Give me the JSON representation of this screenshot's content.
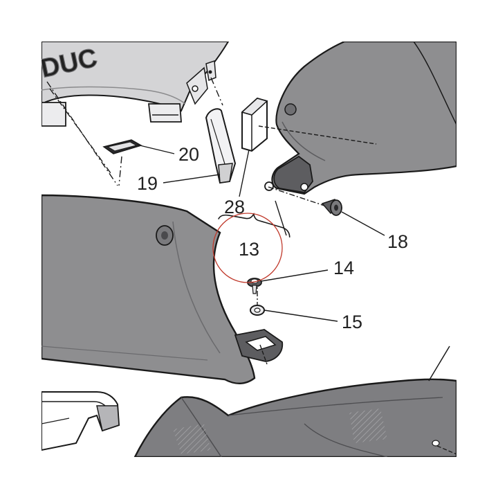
{
  "diagram": {
    "brand_fragment": "DUC",
    "callouts": [
      {
        "id": "20",
        "label": "20"
      },
      {
        "id": "19",
        "label": "19"
      },
      {
        "id": "28",
        "label": "28"
      },
      {
        "id": "13",
        "label": "13"
      },
      {
        "id": "18",
        "label": "18"
      },
      {
        "id": "14",
        "label": "14"
      },
      {
        "id": "15",
        "label": "15"
      }
    ],
    "highlight_color": "#c0392b",
    "panel_fill": "#8e8e90",
    "panel_fill_light": "#c9c9cb",
    "panel_fill_dark": "#5d5d60",
    "line_color": "#1a1a1a"
  }
}
